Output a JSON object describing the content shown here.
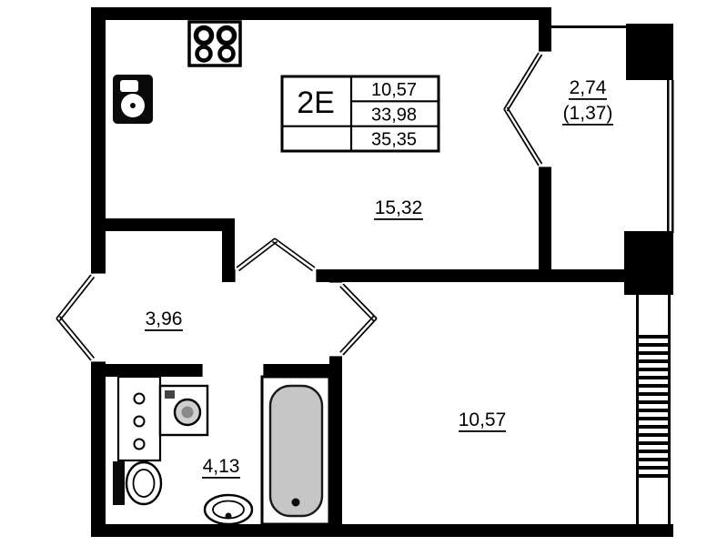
{
  "colors": {
    "wall": "#000000",
    "background": "#ffffff",
    "bathtub_fill": "#c6c6c6",
    "appliance_gray": "#cfcfcf"
  },
  "unit_info": {
    "type_label": "2E",
    "area_rows": [
      "10,57",
      "33,98",
      "35,35"
    ]
  },
  "room_areas": {
    "kitchen_living": "15,32",
    "hallway": "3,96",
    "bathroom": "4,13",
    "bedroom": "10,57",
    "balcony": "2,74",
    "balcony_reduced": "(1,37)"
  }
}
